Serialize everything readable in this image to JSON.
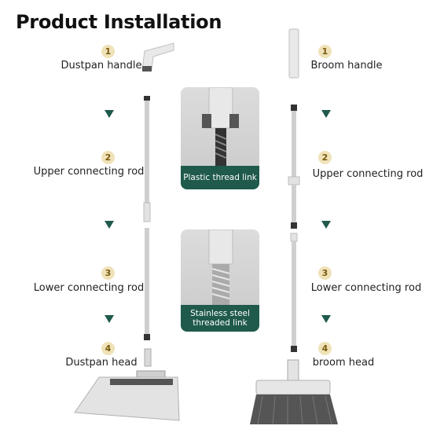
{
  "title": "Product Installation",
  "left_steps": [
    {
      "num": "1",
      "label": "Dustpan handle"
    },
    {
      "num": "2",
      "label": "Upper connecting rod"
    },
    {
      "num": "3",
      "label": "Lower connecting rod"
    },
    {
      "num": "4",
      "label": "Dustpan head"
    }
  ],
  "right_steps": [
    {
      "num": "1",
      "label": "Broom handle"
    },
    {
      "num": "2",
      "label": "Upper connecting rod"
    },
    {
      "num": "3",
      "label": "Lower connecting rod"
    },
    {
      "num": "4",
      "label": "broom head"
    }
  ],
  "insets": [
    {
      "caption": "Plastic thread link"
    },
    {
      "caption_line1": "Stainless steel",
      "caption_line2": "threaded link"
    }
  ],
  "colors": {
    "accent": "#1f5a4c",
    "badge_bg": "#f0e2b8",
    "badge_text": "#7a5a10"
  }
}
